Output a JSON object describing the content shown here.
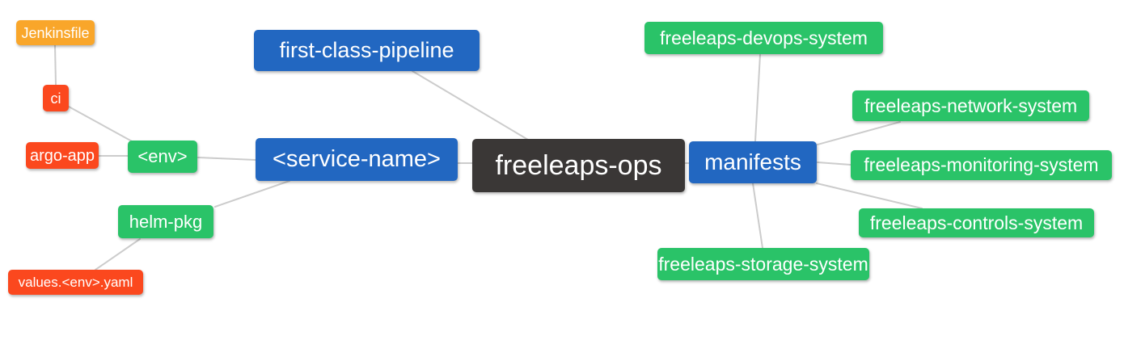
{
  "diagram": {
    "type": "mindmap",
    "background": "#ffffff",
    "edge_color": "#cccccc",
    "text_color": "#ffffff",
    "palette": {
      "root": "#3A3736",
      "blue": "#2267C1",
      "green": "#2AC368",
      "red": "#FB481E",
      "orange": "#F9A62A"
    },
    "nodes": [
      {
        "id": "jenkinsfile",
        "label": "Jenkinsfile",
        "kind": "orange"
      },
      {
        "id": "ci",
        "label": "ci",
        "kind": "red"
      },
      {
        "id": "argo-app",
        "label": "argo-app",
        "kind": "red"
      },
      {
        "id": "env",
        "label": "<env>",
        "kind": "green"
      },
      {
        "id": "service-name",
        "label": "<service-name>",
        "kind": "blue"
      },
      {
        "id": "helm-pkg",
        "label": "helm-pkg",
        "kind": "green"
      },
      {
        "id": "values-env-yaml",
        "label": "values.<env>.yaml",
        "kind": "red"
      },
      {
        "id": "first-class-pipeline",
        "label": "first-class-pipeline",
        "kind": "blue"
      },
      {
        "id": "freeleaps-ops",
        "label": "freeleaps-ops",
        "kind": "root"
      },
      {
        "id": "manifests",
        "label": "manifests",
        "kind": "blue"
      },
      {
        "id": "devops-system",
        "label": "freeleaps-devops-system",
        "kind": "green"
      },
      {
        "id": "network-system",
        "label": "freeleaps-network-system",
        "kind": "green"
      },
      {
        "id": "monitoring-system",
        "label": "freeleaps-monitoring-system",
        "kind": "green"
      },
      {
        "id": "controls-system",
        "label": "freeleaps-controls-system",
        "kind": "green"
      },
      {
        "id": "storage-system",
        "label": "freeleaps-storage-system",
        "kind": "green"
      }
    ],
    "edges": [
      {
        "from": "jenkinsfile",
        "to": "ci"
      },
      {
        "from": "ci",
        "to": "env"
      },
      {
        "from": "argo-app",
        "to": "env"
      },
      {
        "from": "env",
        "to": "service-name"
      },
      {
        "from": "service-name",
        "to": "helm-pkg"
      },
      {
        "from": "helm-pkg",
        "to": "values-env-yaml"
      },
      {
        "from": "first-class-pipeline",
        "to": "freeleaps-ops"
      },
      {
        "from": "service-name",
        "to": "freeleaps-ops"
      },
      {
        "from": "freeleaps-ops",
        "to": "manifests"
      },
      {
        "from": "manifests",
        "to": "devops-system"
      },
      {
        "from": "manifests",
        "to": "network-system"
      },
      {
        "from": "manifests",
        "to": "monitoring-system"
      },
      {
        "from": "manifests",
        "to": "controls-system"
      },
      {
        "from": "manifests",
        "to": "storage-system"
      }
    ]
  }
}
